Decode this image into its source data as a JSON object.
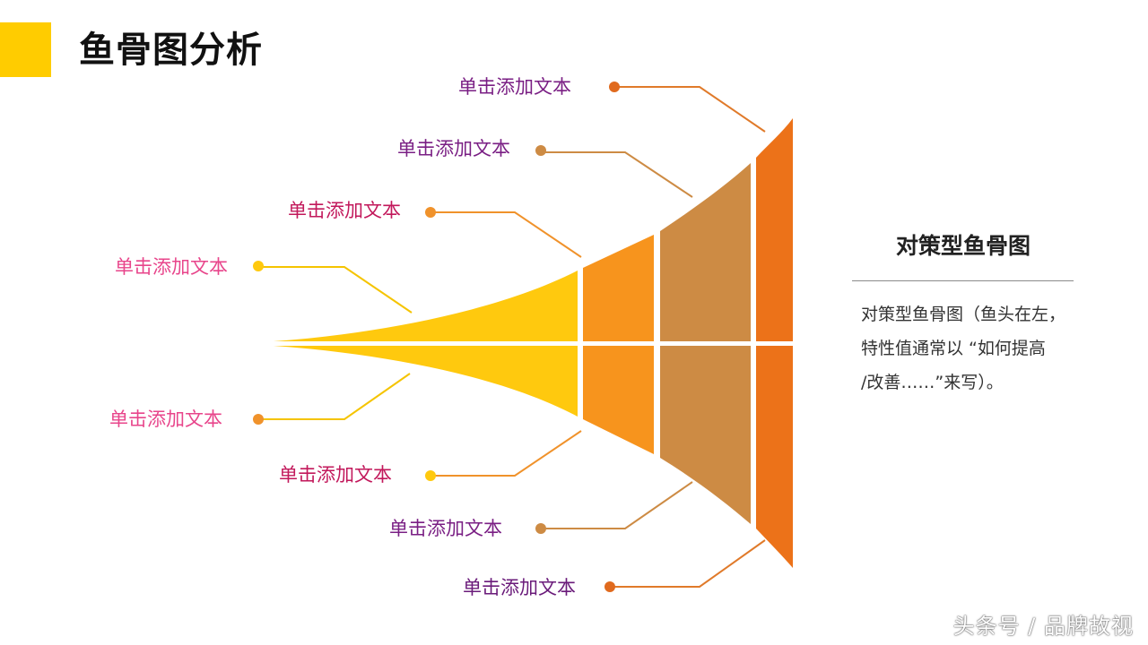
{
  "title": "鱼骨图分析",
  "colors": {
    "accent": "#FFCC00",
    "tail": "#FFC90E",
    "segment2": "#F7941D",
    "segment3": "#CD8B44",
    "head": "#EC7219"
  },
  "bones": [
    {
      "label": "单击添加文本",
      "label_color": "#7A1F84",
      "line_color": "#E07A2A",
      "dot_color": "#E06A1E"
    },
    {
      "label": "单击添加文本",
      "label_color": "#7A1F84",
      "line_color": "#CD8B44",
      "dot_color": "#CD8B44"
    },
    {
      "label": "单击添加文本",
      "label_color": "#C2185B",
      "line_color": "#F0922B",
      "dot_color": "#F0922B"
    },
    {
      "label": "单击添加文本",
      "label_color": "#E8458B",
      "line_color": "#F5C400",
      "dot_color": "#FFC90E"
    },
    {
      "label": "单击添加文本",
      "label_color": "#E8458B",
      "line_color": "#F5C400",
      "dot_color": "#F0922B"
    },
    {
      "label": "单击添加文本",
      "label_color": "#C2185B",
      "line_color": "#F0922B",
      "dot_color": "#FFC90E"
    },
    {
      "label": "单击添加文本",
      "label_color": "#7A1F84",
      "line_color": "#CD8B44",
      "dot_color": "#CD8B44"
    },
    {
      "label": "单击添加文本",
      "label_color": "#6A1B7A",
      "line_color": "#E07A2A",
      "dot_color": "#E06A1E"
    }
  ],
  "side": {
    "title": "对策型鱼骨图",
    "desc_lines": [
      "对策型鱼骨图（鱼头在左，",
      "特性值通常以 “如何提高",
      "/改善……”来写）。"
    ]
  },
  "watermark": "头条号 / 品牌故视"
}
